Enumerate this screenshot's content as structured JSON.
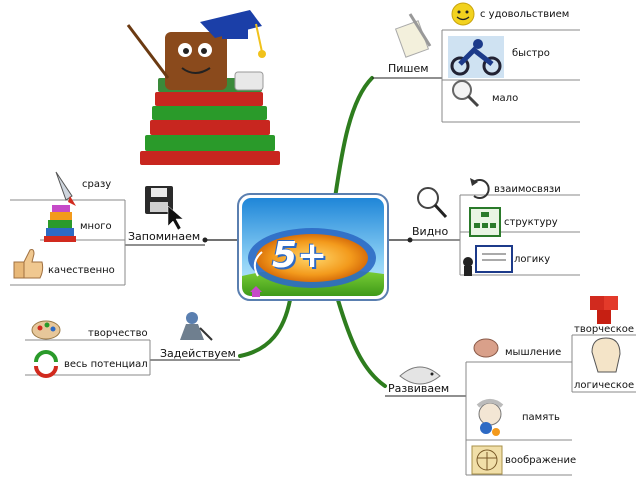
{
  "center": {
    "badge": "5+"
  },
  "branches": {
    "pishem": {
      "label": "Пишем",
      "leaves": [
        "с удовольствием",
        "быстро",
        "мало"
      ]
    },
    "vidno": {
      "label": "Видно",
      "leaves": [
        "взаимосвязи",
        "структуру",
        "логику"
      ]
    },
    "razvivaem": {
      "label": "Развиваем",
      "leaves": [
        "мышление",
        "память",
        "воображение"
      ],
      "sub": [
        "творческое",
        "логическое"
      ]
    },
    "zadeystvuem": {
      "label": "Задействуем",
      "leaves": [
        "творчество",
        "весь потенциал"
      ]
    },
    "zapominaem": {
      "label": "Запоминаем",
      "leaves": [
        "сразу",
        "много",
        "качественно"
      ]
    }
  },
  "colors": {
    "branch": "#2e7d1e",
    "leaf_line": "#7a7a7a",
    "node_border": "#5a7fb0",
    "sky": "#4aa8e6",
    "grass": "#5cb82a",
    "badge_orange": "#f39a1c",
    "badge_blue": "#2d6ac4"
  },
  "icons": [
    "books-mascot-icon",
    "notepad-pen-icon",
    "smiley-icon",
    "motorbike-icon",
    "magnifier-icon",
    "cycle-arrows-icon",
    "structure-chart-icon",
    "presentation-board-icon",
    "puzzle-icon",
    "head-profile-icon",
    "brain-icon",
    "fish-icon",
    "einstein-icon",
    "vitruvian-man-icon",
    "painter-icon",
    "palette-icon",
    "recycle-icon",
    "floppy-disk-icon",
    "rocket-icon",
    "book-stack-icon",
    "thumbs-up-icon"
  ]
}
